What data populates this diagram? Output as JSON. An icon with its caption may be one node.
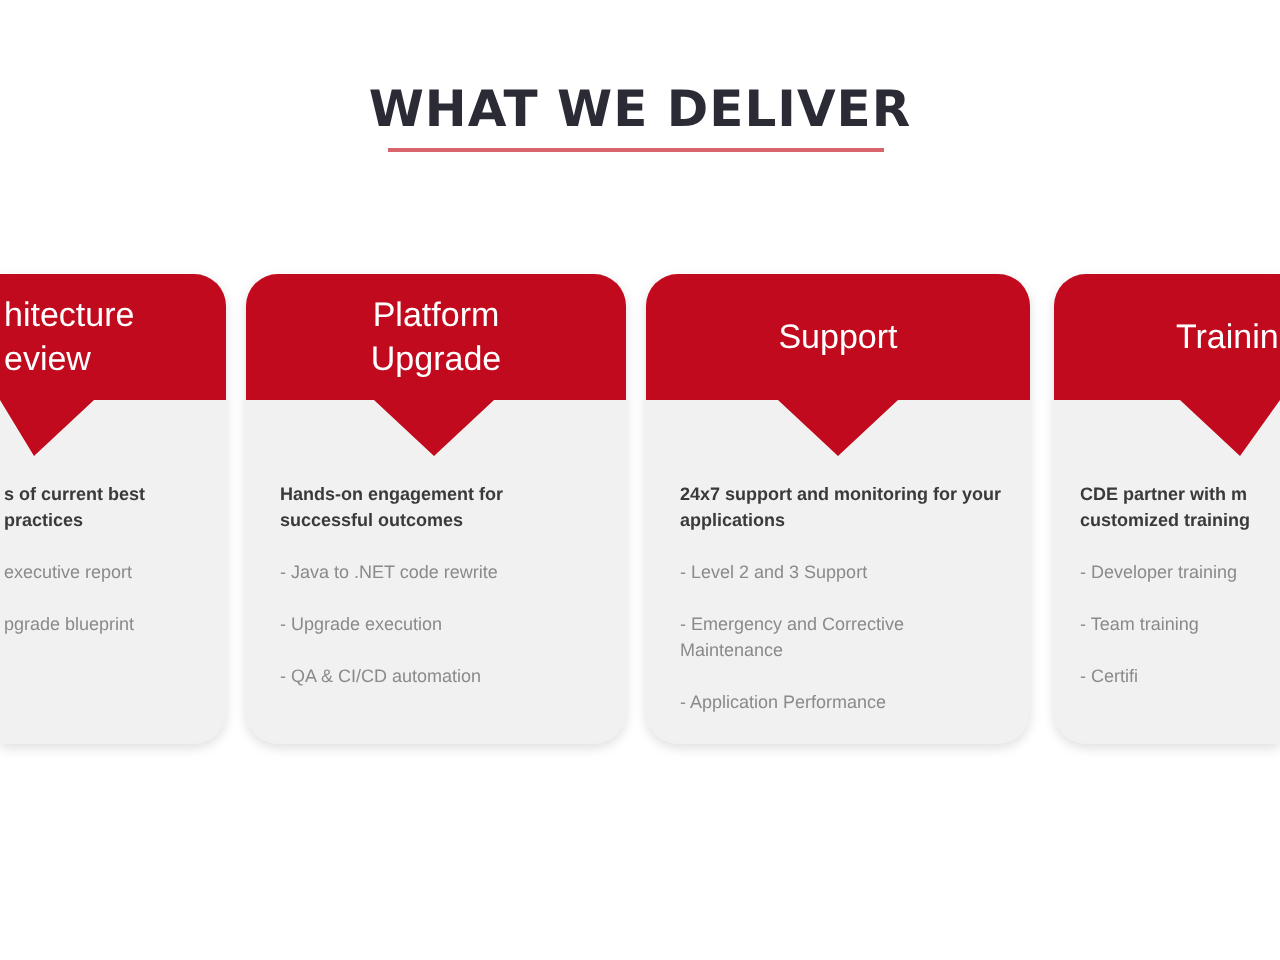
{
  "diagram": {
    "title": "WHAT WE DELIVER",
    "nodes": [
      {
        "text": [
          "hitecture eview",
          "s of current best practices",
          "executive report",
          "pgrade blueprint"
        ]
      },
      {
        "text": [
          "Platform Upgrade",
          "Hands-on engagement for successful outcomes",
          "- Java to .NET code rewrite",
          "- Upgrade execution",
          "- QA & CI/CD automation"
        ]
      },
      {
        "text": [
          "Support",
          "24x7 support and monitoring for your applications",
          "- Level 2 and 3 Support",
          "- Emergency and Corrective Maintenance",
          "- Application Performance"
        ]
      },
      {
        "text": [
          "Trainin",
          "CDE partner with m customized training",
          "- Developer training",
          "- Team training",
          "- Certifi"
        ]
      }
    ]
  }
}
